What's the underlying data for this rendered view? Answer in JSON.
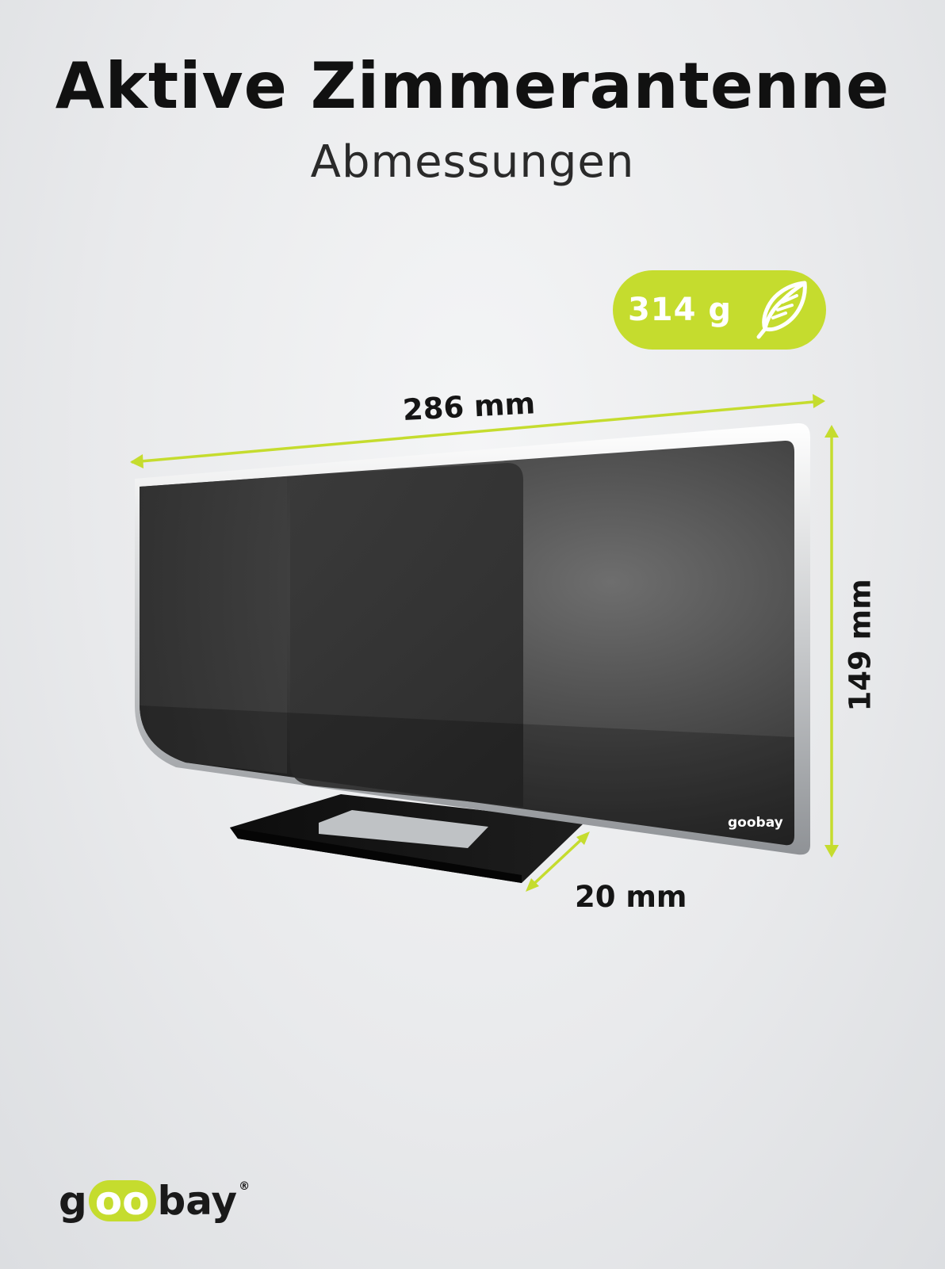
{
  "header": {
    "title": "Aktive Zimmerantenne",
    "subtitle": "Abmessungen"
  },
  "weight_badge": {
    "value": "314 g",
    "icon": "feather-icon",
    "color": "#c5dc2e"
  },
  "dimensions": {
    "width": "286 mm",
    "height": "149 mm",
    "depth": "20 mm",
    "arrow_color": "#c5dc2e"
  },
  "product": {
    "panel_logo": "goobay"
  },
  "brand": {
    "logo_g": "g",
    "logo_oo": "oo",
    "logo_rest": "bay",
    "registered": "®",
    "accent_color": "#c5dc2e"
  }
}
